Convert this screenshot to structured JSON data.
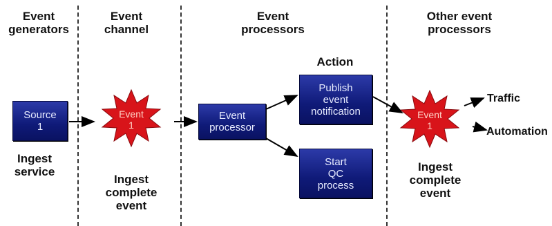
{
  "columns": {
    "generators": "Event\ngenerators",
    "channel": "Event\nchannel",
    "processors": "Event\nprocessors",
    "other": "Other event\nprocessors"
  },
  "action_header": "Action",
  "source_box": "Source\n1",
  "ingest_service": "Ingest\nservice",
  "event_star_1": "Event\n1",
  "ingest_complete_1": "Ingest\ncomplete\nevent",
  "event_processor_box": "Event\nprocessor",
  "publish_box": "Publish\nevent\nnotification",
  "start_qc_box": "Start\nQC\nprocess",
  "event_star_2": "Event\n1",
  "ingest_complete_2": "Ingest\ncomplete\nevent",
  "outputs": {
    "traffic": "Traffic",
    "automation": "Automation"
  },
  "colors": {
    "box_blue": "#0f1a78",
    "star_red": "#d8141a"
  }
}
